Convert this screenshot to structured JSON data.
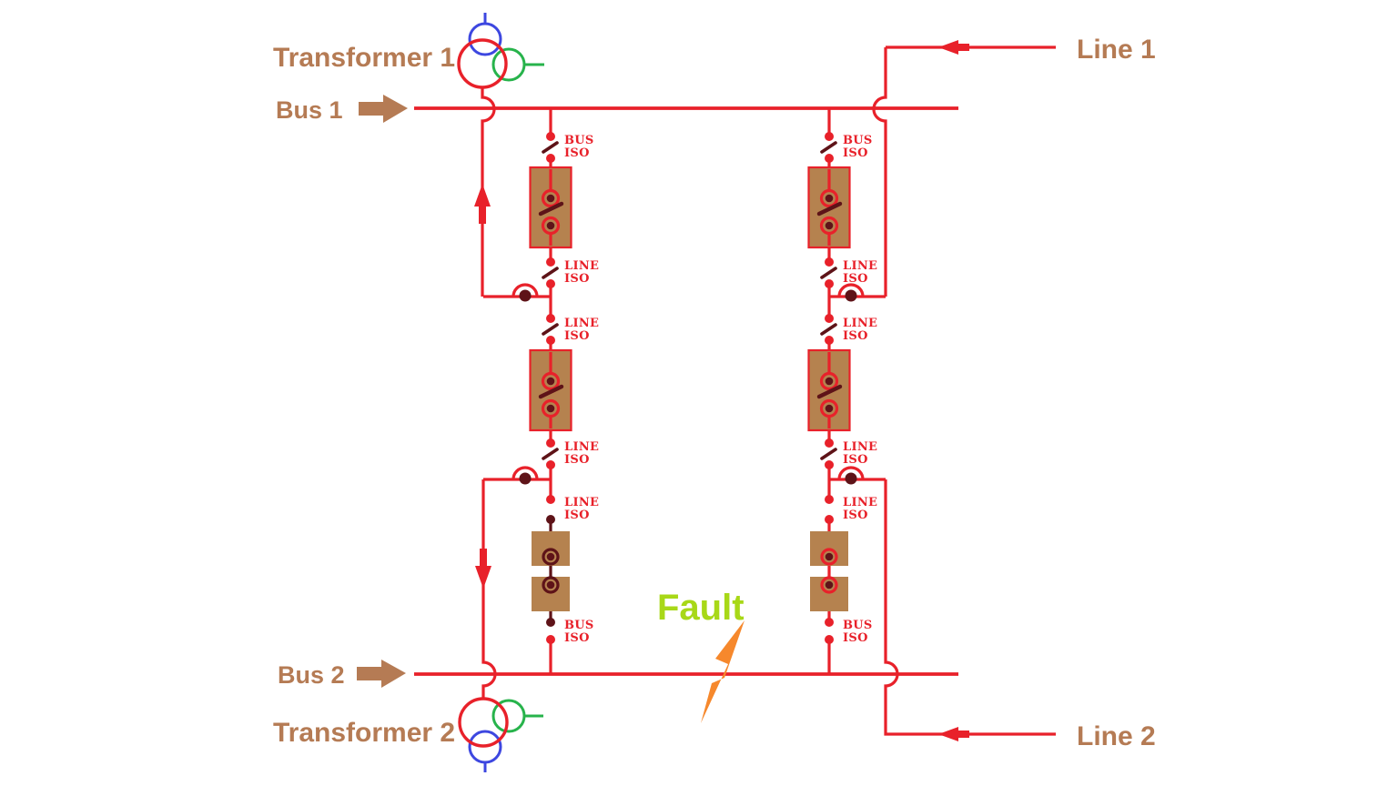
{
  "labels": {
    "transformer1": "Transformer 1",
    "bus1": "Bus 1",
    "line1": "Line 1",
    "bus2": "Bus 2",
    "transformer2": "Transformer 2",
    "line2": "Line 2",
    "fault": "Fault"
  },
  "iso": {
    "bus": [
      "BUS",
      "ISO"
    ],
    "line": [
      "LINE",
      "ISO"
    ]
  },
  "colors": {
    "background": "#ffffff",
    "wire_red": "#e8212a",
    "dark_maroon": "#5e1318",
    "breaker_brown": "#b5824f",
    "label_tan": "#b57b54",
    "fault_green": "#a8d818",
    "bolt_orange": "#f6882c",
    "transformer_blue": "#3d47e0",
    "transformer_green": "#27b34b"
  }
}
